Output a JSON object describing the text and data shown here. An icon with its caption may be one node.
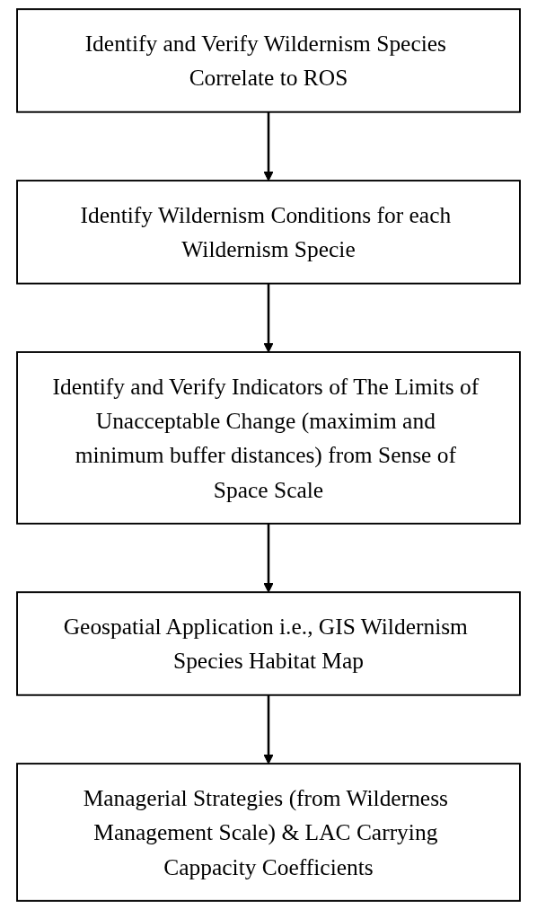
{
  "diagram": {
    "nodes": [
      {
        "text": [
          "Identify and Verify Wildernism Species Correlate to ROS"
        ]
      },
      {
        "text": [
          "Identify Wildernism Conditions for each Wildernism Specie"
        ]
      },
      {
        "text": [
          "Identify and Verify Indicators of The Limits of Unacceptable Change (maximim and minimum buffer distances) from Sense of Space Scale"
        ]
      },
      {
        "text": [
          "Geospatial Application i.e., GIS Wildernism Species Habitat Map"
        ]
      },
      {
        "text": [
          "Managerial Strategies (from Wilderness Management Scale) & LAC Carrying Cappacity Coefficients"
        ]
      }
    ],
    "edges": [
      {
        "from": 0,
        "to": 1,
        "arrow": "to"
      },
      {
        "from": 1,
        "to": 2,
        "arrow": "to"
      },
      {
        "from": 2,
        "to": 3,
        "arrow": "to"
      },
      {
        "from": 3,
        "to": 4,
        "arrow": "to"
      }
    ]
  }
}
